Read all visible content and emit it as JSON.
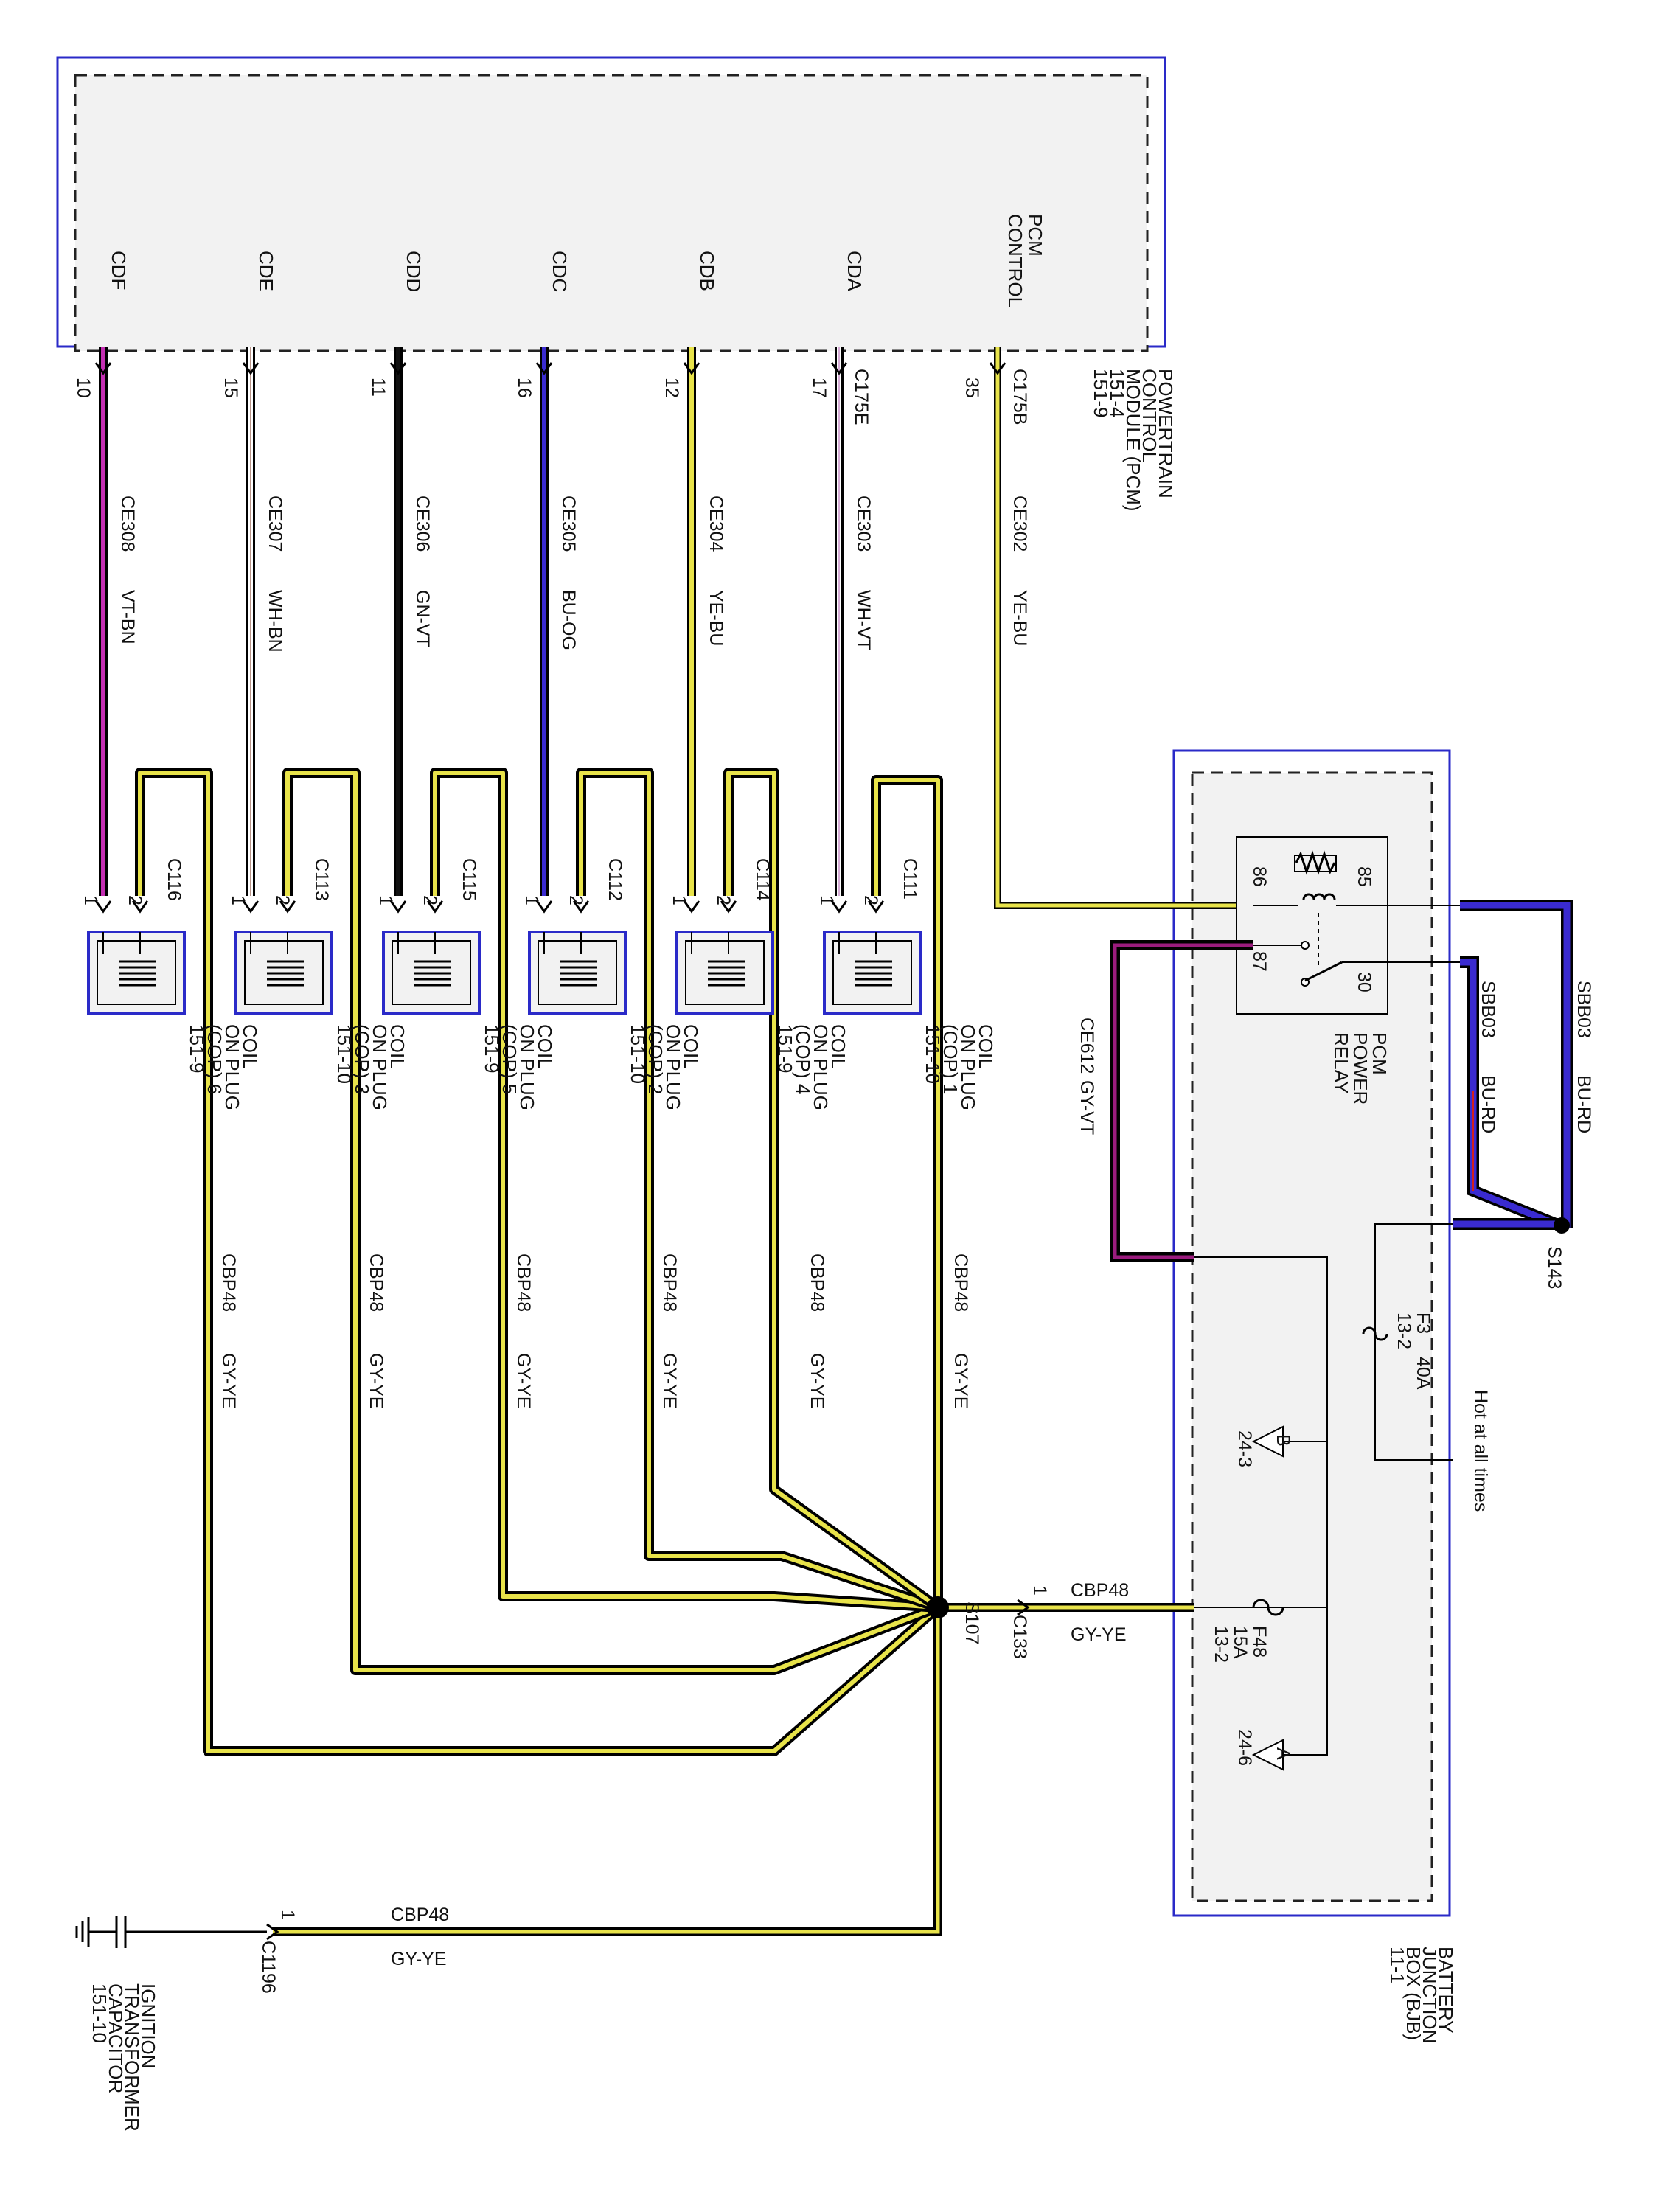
{
  "pcm": {
    "pins": [
      {
        "name": "CDF",
        "num": "10",
        "connector": "",
        "circuit": "CE308",
        "color": "VT-BN",
        "wire": "#c42fb3"
      },
      {
        "name": "CDE",
        "num": "15",
        "connector": "",
        "circuit": "CE307",
        "color": "WH-BN",
        "wire": "#ffffff",
        "stripe": "#a07060"
      },
      {
        "name": "CDD",
        "num": "11",
        "connector": "",
        "circuit": "CE306",
        "color": "GN-VT",
        "wire": "#111111"
      },
      {
        "name": "CDC",
        "num": "16",
        "connector": "",
        "circuit": "CE305",
        "color": "BU-OG",
        "wire": "#3a2bd0"
      },
      {
        "name": "CDB",
        "num": "12",
        "connector": "",
        "circuit": "CE304",
        "color": "YE-BU",
        "wire": "#e8e34a"
      },
      {
        "name": "CDA",
        "num": "17",
        "connector": "C175E",
        "circuit": "CE303",
        "color": "WH-VT",
        "wire": "#ffffff",
        "stripe": "#c890c8"
      }
    ],
    "control": {
      "label_line1": "PCM",
      "label_line2": "CONTROL",
      "num": "35",
      "connector": "C175B",
      "circuit": "CE302",
      "color": "YE-BU"
    },
    "title": [
      "POWERTRAIN",
      "CONTROL",
      "MODULE (PCM)",
      "151-4",
      "151-9"
    ]
  },
  "coils": [
    {
      "connector": "C116",
      "lines": [
        "COIL",
        "ON PLUG",
        "(COP) 6",
        "151-9"
      ],
      "pin1": "1",
      "pin2": "2"
    },
    {
      "connector": "C113",
      "lines": [
        "COIL",
        "ON PLUG",
        "(COP) 3",
        "151-10"
      ],
      "pin1": "1",
      "pin2": "2"
    },
    {
      "connector": "C115",
      "lines": [
        "COIL",
        "ON PLUG",
        "(COP) 5",
        "151-9"
      ],
      "pin1": "1",
      "pin2": "2"
    },
    {
      "connector": "C112",
      "lines": [
        "COIL",
        "ON PLUG",
        "(COP) 2",
        "151-10"
      ],
      "pin1": "1",
      "pin2": "2"
    },
    {
      "connector": "C114",
      "lines": [
        "COIL",
        "ON PLUG",
        "(COP) 4",
        "151-9"
      ],
      "pin1": "1",
      "pin2": "2"
    },
    {
      "connector": "C111",
      "lines": [
        "COIL",
        "ON PLUG",
        "(COP) 1",
        "151-10"
      ],
      "pin1": "1",
      "pin2": "2"
    }
  ],
  "feed": {
    "circuit": "CBP48",
    "color": "GY-YE"
  },
  "splice_s107": "S107",
  "c133": {
    "name": "C133",
    "pin": "1",
    "circuit": "CBP48",
    "color": "GY-YE"
  },
  "c1196": {
    "name": "C1196",
    "pin": "1",
    "circuit": "CBP48",
    "color": "GY-YE"
  },
  "capacitor": [
    "IGNITION",
    "TRANSFORMER",
    "CAPACITOR",
    "151-10"
  ],
  "bjb": {
    "title": [
      "BATTERY",
      "JUNCTION",
      "BOX (BJB)",
      "11-1"
    ],
    "relay": {
      "lines": [
        "PCM",
        "POWER",
        "RELAY"
      ],
      "pins": [
        "86",
        "85",
        "87",
        "30"
      ]
    },
    "ce612": {
      "circuit": "CE612",
      "color": "GY-VT"
    },
    "sbb03a": {
      "circuit": "SBB03",
      "color": "BU-RD"
    },
    "sbb03b": {
      "circuit": "SBB03",
      "color": "BU-RD"
    },
    "s143": "S143",
    "f3": {
      "name": "F3",
      "rating": "40A",
      "ref": "13-2"
    },
    "f48": {
      "name": "F48",
      "rating": "15A",
      "ref": "13-2"
    },
    "hot": "Hot at all times",
    "ref_b": {
      "letter": "B",
      "ref": "24-3"
    },
    "ref_a": {
      "letter": "A",
      "ref": "24-6"
    }
  }
}
